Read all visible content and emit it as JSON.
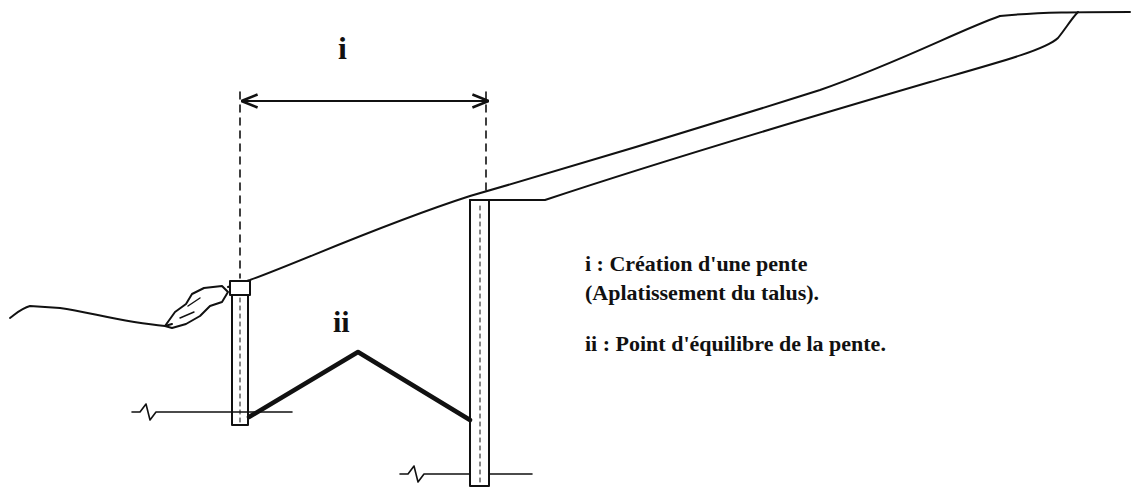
{
  "diagram": {
    "labels": [
      "i",
      "ii",
      "i : Création d'une pente (Aplatissement du talus).",
      "ii : Point d'équilibre de la pente."
    ]
  }
}
